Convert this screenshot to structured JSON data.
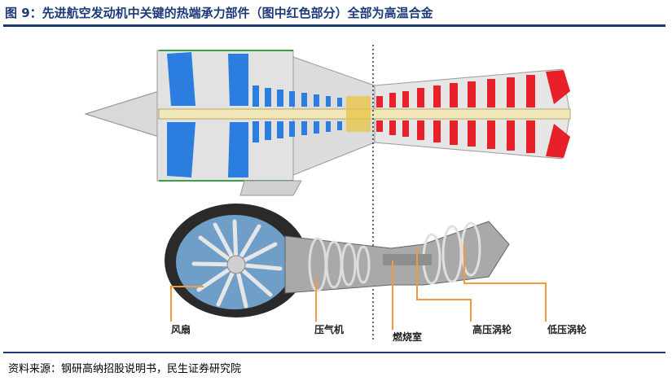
{
  "title": "图 9：先进航空发动机中关键的热端承力部件（图中红色部分）全部为高温合金",
  "labels": {
    "fan": "风扇",
    "compressor": "压气机",
    "combustor": "燃烧室",
    "hp_turbine": "高压涡轮",
    "lp_turbine": "低压涡轮"
  },
  "source": "资料来源：钢研高纳招股说明书，民生证券研究院",
  "colors": {
    "title_blue": "#1d3a78",
    "cold_section": "#2b7de0",
    "hot_section": "#e8202a",
    "callout_orange": "#f39a3c"
  }
}
